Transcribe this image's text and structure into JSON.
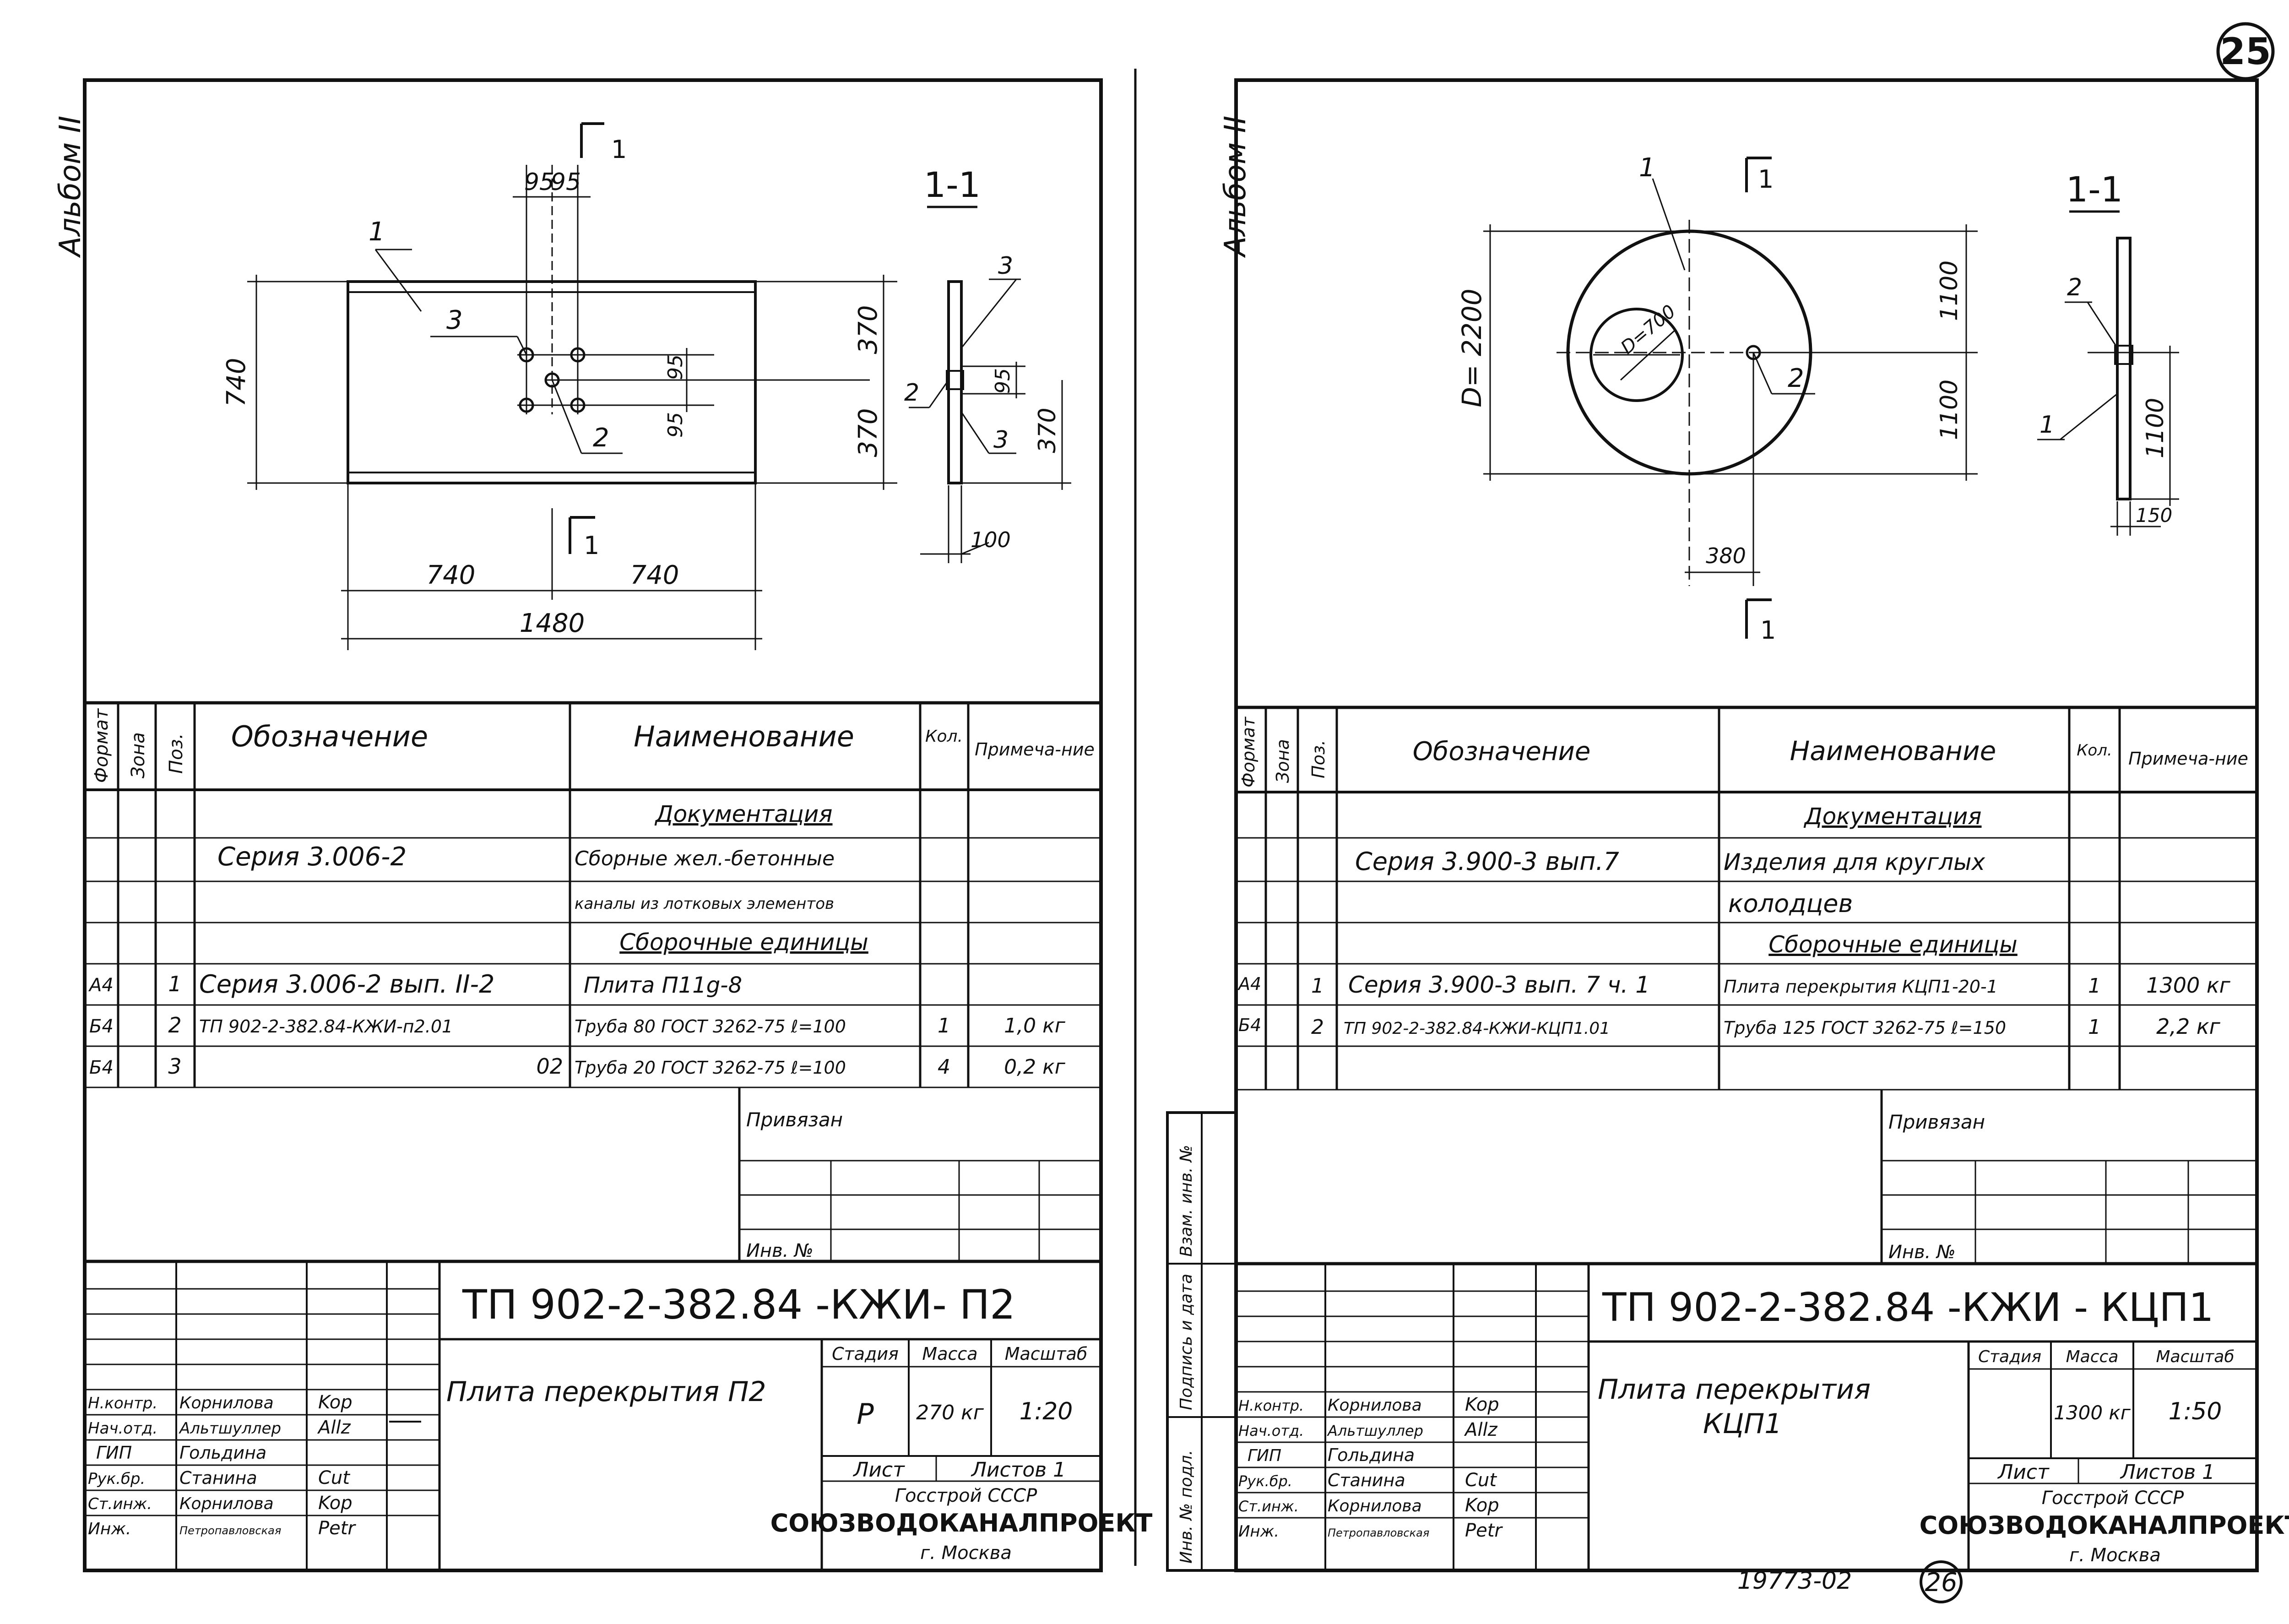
{
  "page_number": "25",
  "bottom_sheet_number": "26",
  "bottom_code": "19773-02",
  "left_sheet": {
    "album": "Альбом II",
    "section_label": "1-1",
    "cut_label": "1",
    "dims": {
      "d95a": "95",
      "d95b": "95",
      "h740": "740",
      "r370a": "370",
      "r370b": "370",
      "i95a": "95",
      "i95b": "95",
      "w740a": "740",
      "w740b": "740",
      "w1480": "1480",
      "s95": "95",
      "s370": "370",
      "s100": "100"
    },
    "callouts": {
      "c1": "1",
      "c2": "2",
      "c3": "3",
      "sc2": "2",
      "sc3a": "3",
      "sc3b": "3"
    },
    "headers": {
      "format": "Формат",
      "zone": "Зона",
      "pos": "Поз.",
      "designation": "Обозначение",
      "name": "Наименование",
      "qty": "Кол.",
      "note": "Примеча-ние"
    },
    "rows": [
      {
        "format": "",
        "pos": "",
        "designation": "",
        "name": "Документация",
        "qty": "",
        "note": ""
      },
      {
        "format": "",
        "pos": "",
        "designation": "Серия 3.006-2",
        "name": "Сборные жел.-бетонные",
        "qty": "",
        "note": ""
      },
      {
        "format": "",
        "pos": "",
        "designation": "",
        "name": "каналы из лотковых элементов",
        "qty": "",
        "note": ""
      },
      {
        "format": "",
        "pos": "",
        "designation": "",
        "name": "Сборочные единицы",
        "qty": "",
        "note": ""
      },
      {
        "format": "А4",
        "pos": "1",
        "designation": "Серия 3.006-2 вып. II-2",
        "name": "Плита П11g-8",
        "qty": "",
        "note": ""
      },
      {
        "format": "Б4",
        "pos": "2",
        "designation": "ТП 902-2-382.84-КЖИ-п2.01",
        "name": "Труба 80 ГОСТ 3262-75 ℓ=100",
        "qty": "1",
        "note": "1,0 кг"
      },
      {
        "format": "Б4",
        "pos": "3",
        "designation": "02",
        "name": "Труба 20 ГОСТ 3262-75 ℓ=100",
        "qty": "4",
        "note": "0,2 кг"
      }
    ],
    "privyazan": "Привязан",
    "inv": "Инв. №",
    "doc_code": "ТП 902-2-382.84 -КЖИ- П2",
    "title": "Плита перекрытия П2",
    "stadia_h": "Стадия",
    "massa_h": "Масса",
    "masshtab_h": "Масштаб",
    "stadia": "Р",
    "massa": "270 кг",
    "masshtab": "1:20",
    "list_h": "Лист",
    "listov_h": "Листов 1",
    "org1": "Госстрой СССР",
    "org2": "СОЮЗВОДОКАНАЛПРОЕКТ",
    "org3": "г. Москва",
    "signers": [
      {
        "role": "Н.контр.",
        "name": "Корнилова",
        "sign": "Kop"
      },
      {
        "role": "Нач.отд.",
        "name": "Альтшуллер",
        "sign": "Allz"
      },
      {
        "role": "ГИП",
        "name": "Гольдина",
        "sign": ""
      },
      {
        "role": "Рук.бр.",
        "name": "Станина",
        "sign": "Cut"
      },
      {
        "role": "Ст.инж.",
        "name": "Корнилова",
        "sign": "Kop"
      },
      {
        "role": "Инж.",
        "name": "Петропавловская",
        "sign": "Petr"
      }
    ]
  },
  "right_sheet": {
    "album": "Альбом II",
    "section_label": "1-1",
    "cut_label": "1",
    "dims": {
      "D": "D= 2200",
      "d": "D=700",
      "h1100a": "1100",
      "h1100b": "1100",
      "w380": "380",
      "s1100": "1100",
      "s150": "150"
    },
    "callouts": {
      "c1": "1",
      "c2": "2",
      "sc1": "1",
      "sc2": "2"
    },
    "headers": {
      "format": "Формат",
      "zone": "Зона",
      "pos": "Поз.",
      "designation": "Обозначение",
      "name": "Наименование",
      "qty": "Кол.",
      "note": "Примеча-ние"
    },
    "rows": [
      {
        "format": "",
        "pos": "",
        "designation": "",
        "name": "Документация",
        "qty": "",
        "note": ""
      },
      {
        "format": "",
        "pos": "",
        "designation": "Серия 3.900-3 вып.7",
        "name": "Изделия для круглых",
        "qty": "",
        "note": ""
      },
      {
        "format": "",
        "pos": "",
        "designation": "",
        "name": "колодцев",
        "qty": "",
        "note": ""
      },
      {
        "format": "",
        "pos": "",
        "designation": "",
        "name": "Сборочные единицы",
        "qty": "",
        "note": ""
      },
      {
        "format": "А4",
        "pos": "1",
        "designation": "Серия 3.900-3 вып. 7 ч. 1",
        "name": "Плита перекрытия КЦП1-20-1",
        "qty": "1",
        "note": "1300 кг"
      },
      {
        "format": "Б4",
        "pos": "2",
        "designation": "ТП 902-2-382.84-КЖИ-КЦП1.01",
        "name": "Труба 125 ГОСТ 3262-75 ℓ=150",
        "qty": "1",
        "note": "2,2 кг"
      }
    ],
    "privyazan": "Привязан",
    "inv": "Инв. №",
    "side_labels": [
      "Взам. инв. №",
      "Подпись и дата",
      "Инв. № подл."
    ],
    "doc_code": "ТП 902-2-382.84 -КЖИ - КЦП1",
    "title1": "Плита перекрытия",
    "title2": "КЦП1",
    "stadia_h": "Стадия",
    "massa_h": "Масса",
    "masshtab_h": "Масштаб",
    "stadia": "",
    "massa": "1300 кг",
    "masshtab": "1:50",
    "list_h": "Лист",
    "listov_h": "Листов 1",
    "org1": "Госстрой СССР",
    "org2": "СОЮЗВОДОКАНАЛПРОЕКТ",
    "org3": "г. Москва",
    "signers": [
      {
        "role": "Н.контр.",
        "name": "Корнилова",
        "sign": "Kop"
      },
      {
        "role": "Нач.отд.",
        "name": "Альтшуллер",
        "sign": "Allz"
      },
      {
        "role": "ГИП",
        "name": "Гольдина",
        "sign": ""
      },
      {
        "role": "Рук.бр.",
        "name": "Станина",
        "sign": "Cut"
      },
      {
        "role": "Ст.инж.",
        "name": "Корнилова",
        "sign": "Kop"
      },
      {
        "role": "Инж.",
        "name": "Петропавловская",
        "sign": "Petr"
      }
    ]
  }
}
